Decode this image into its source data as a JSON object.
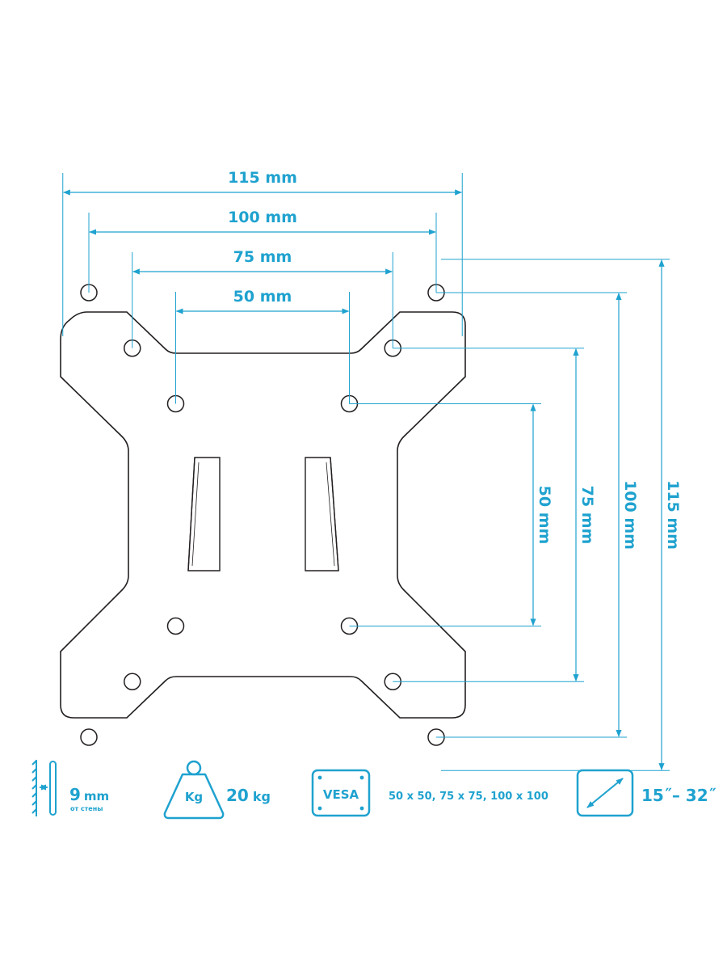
{
  "colors": {
    "accent": "#1fa2cf",
    "outline": "#231f20",
    "background": "#ffffff"
  },
  "dimensions": {
    "horizontal": [
      {
        "value": 115,
        "label": "115 mm"
      },
      {
        "value": 100,
        "label": "100 mm"
      },
      {
        "value": 75,
        "label": "75 mm"
      },
      {
        "value": 50,
        "label": "50 mm"
      }
    ],
    "vertical": [
      {
        "value": 50,
        "label": "50 mm"
      },
      {
        "value": 75,
        "label": "75 mm"
      },
      {
        "value": 100,
        "label": "100 mm"
      },
      {
        "value": 115,
        "label": "115 mm"
      }
    ]
  },
  "hole_patterns": [
    50,
    75,
    100
  ],
  "specs": {
    "wall_distance": {
      "icon": "wall-distance-icon",
      "value": "9",
      "unit": "mm",
      "note": "от стены"
    },
    "max_load": {
      "icon": "weight-icon",
      "icon_text": "Kg",
      "value": "20",
      "unit": "kg"
    },
    "vesa": {
      "icon": "vesa-icon",
      "icon_text": "VESA",
      "patterns": "50 x 50, 75 x 75, 100 x 100"
    },
    "screen_size": {
      "icon": "screen-diagonal-icon",
      "value": "15˝– 32˝"
    }
  }
}
